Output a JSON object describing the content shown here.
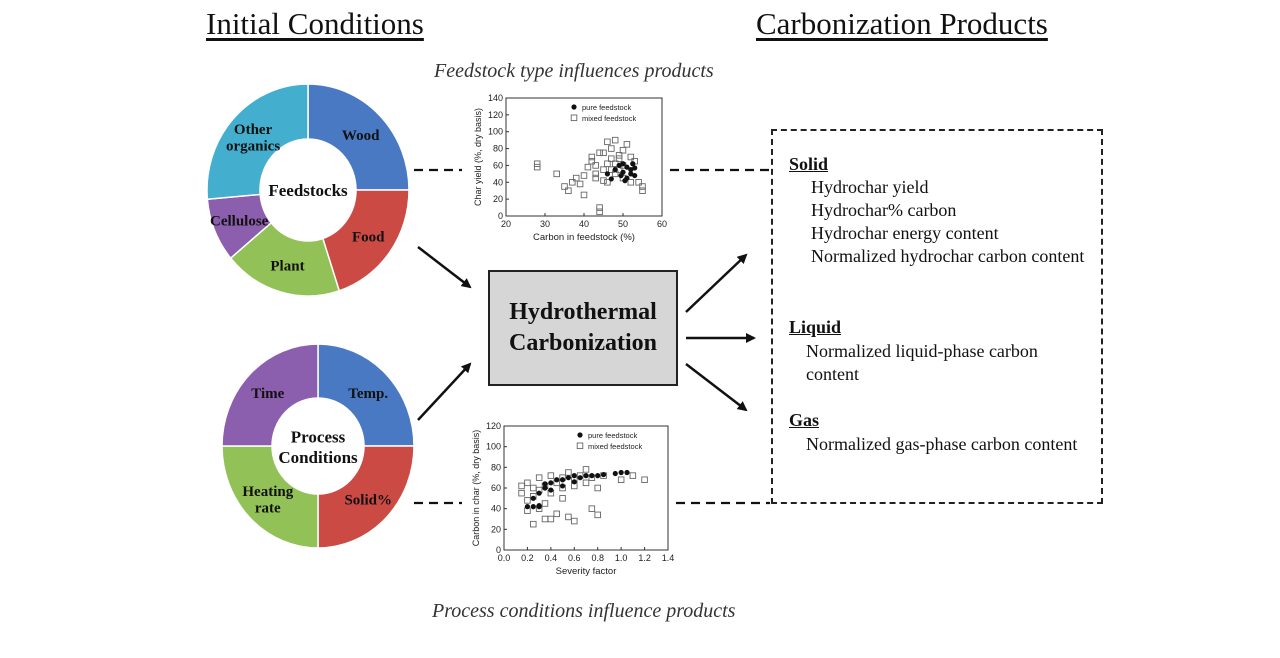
{
  "headings": {
    "initial": "Initial Conditions",
    "products": "Carbonization Products"
  },
  "captions": {
    "feedstock": "Feedstock type influences products",
    "process": "Process conditions influence products"
  },
  "center_box": {
    "line1": "Hydrothermal",
    "line2": "Carbonization"
  },
  "feedstock_donut": {
    "center_label": "Feedstocks",
    "segments": [
      {
        "label": "Wood",
        "value": 90,
        "color": "#4a79c4"
      },
      {
        "label": "Food",
        "value": 72,
        "color": "#cc4a44"
      },
      {
        "label": "Plant",
        "value": 68,
        "color": "#92c257"
      },
      {
        "label": "Cellulose",
        "value": 35,
        "color": "#8b5fad"
      },
      {
        "label_lines": [
          "Other",
          "organics"
        ],
        "value": 95,
        "color": "#43aecd"
      }
    ]
  },
  "process_donut": {
    "center_label_lines": [
      "Process",
      "Conditions"
    ],
    "segments": [
      {
        "label": "Temp.",
        "value": 90,
        "color": "#4a79c4"
      },
      {
        "label": "Solid%",
        "value": 90,
        "color": "#cc4a44"
      },
      {
        "label_lines": [
          "Heating",
          "rate"
        ],
        "value": 90,
        "color": "#92c257"
      },
      {
        "label": "Time",
        "value": 90,
        "color": "#8b5fad"
      }
    ]
  },
  "products": {
    "solid": {
      "title": "Solid",
      "items": [
        "Hydrochar yield",
        "Hydrochar% carbon",
        "Hydrochar energy content",
        "Normalized hydrochar carbon content"
      ]
    },
    "liquid": {
      "title": "Liquid",
      "items": [
        "Normalized liquid-phase carbon",
        "content"
      ]
    },
    "gas": {
      "title": "Gas",
      "items": [
        "Normalized gas-phase carbon content"
      ]
    }
  },
  "chart_data": [
    {
      "type": "scatter",
      "xlabel": "Carbon in feedstock (%)",
      "ylabel": "Char yield (%, dry basis)",
      "xlim": [
        20,
        60
      ],
      "ylim": [
        0,
        140
      ],
      "xticks": [
        20,
        30,
        40,
        50,
        60
      ],
      "yticks": [
        0,
        20,
        40,
        60,
        80,
        100,
        120,
        140
      ],
      "legend_position": "top-right",
      "series": [
        {
          "name": "pure feedstock",
          "marker": "filled-circle",
          "x": [
            48,
            49,
            49.5,
            50,
            50,
            51,
            51,
            52,
            52,
            52.5,
            53,
            53,
            46,
            47,
            50.5
          ],
          "y": [
            55,
            60,
            48,
            62,
            52,
            45,
            58,
            50,
            55,
            62,
            48,
            57,
            50,
            44,
            42
          ]
        },
        {
          "name": "mixed feedstock",
          "marker": "open-square",
          "x": [
            28,
            28,
            33,
            35,
            36,
            37,
            38,
            40,
            40,
            41,
            42,
            43,
            43,
            44,
            44,
            45,
            45,
            46,
            46,
            47,
            47,
            48,
            48,
            49,
            49,
            50,
            50,
            51,
            52,
            52,
            53,
            54,
            55,
            42,
            44,
            46,
            48,
            50,
            47,
            45,
            43,
            39,
            55,
            49
          ],
          "y": [
            58,
            62,
            50,
            35,
            30,
            40,
            45,
            48,
            25,
            58,
            70,
            45,
            60,
            10,
            5,
            55,
            75,
            40,
            62,
            80,
            68,
            50,
            90,
            72,
            55,
            78,
            60,
            85,
            70,
            40,
            65,
            40,
            35,
            65,
            75,
            88,
            62,
            45,
            55,
            42,
            50,
            38,
            30,
            68
          ]
        }
      ]
    },
    {
      "type": "scatter",
      "xlabel": "Severity factor",
      "ylabel": "Carbon in char (%, dry basis)",
      "xlim": [
        0,
        1.4
      ],
      "ylim": [
        0,
        120
      ],
      "xticks": [
        0.0,
        0.2,
        0.4,
        0.6,
        0.8,
        1.0,
        1.2,
        1.4
      ],
      "yticks": [
        0,
        20,
        40,
        60,
        80,
        100,
        120
      ],
      "legend_position": "top-right",
      "series": [
        {
          "name": "pure feedstock",
          "marker": "filled-circle",
          "x": [
            0.2,
            0.25,
            0.3,
            0.35,
            0.3,
            0.4,
            0.45,
            0.5,
            0.55,
            0.6,
            0.65,
            0.7,
            0.75,
            0.8,
            0.85,
            0.95,
            1.0,
            1.05,
            0.35,
            0.5,
            0.6,
            0.3,
            0.25,
            0.4
          ],
          "y": [
            42,
            42,
            42,
            60,
            55,
            65,
            68,
            68,
            70,
            72,
            70,
            72,
            72,
            72,
            73,
            74,
            75,
            75,
            64,
            62,
            66,
            43,
            50,
            58
          ]
        },
        {
          "name": "mixed feedstock",
          "marker": "open-square",
          "x": [
            0.15,
            0.2,
            0.2,
            0.25,
            0.25,
            0.3,
            0.3,
            0.35,
            0.35,
            0.4,
            0.4,
            0.45,
            0.45,
            0.5,
            0.5,
            0.55,
            0.55,
            0.6,
            0.6,
            0.65,
            0.7,
            0.7,
            0.75,
            0.8,
            0.8,
            0.85,
            1.0,
            1.1,
            1.2,
            0.25,
            0.3,
            0.4,
            0.5,
            0.6,
            0.75,
            0.35,
            0.2,
            0.15
          ],
          "y": [
            55,
            65,
            48,
            60,
            25,
            70,
            40,
            62,
            30,
            72,
            30,
            65,
            35,
            70,
            50,
            75,
            32,
            68,
            28,
            72,
            65,
            78,
            70,
            34,
            60,
            72,
            68,
            72,
            68,
            52,
            58,
            55,
            60,
            62,
            40,
            45,
            38,
            62
          ]
        }
      ]
    }
  ]
}
